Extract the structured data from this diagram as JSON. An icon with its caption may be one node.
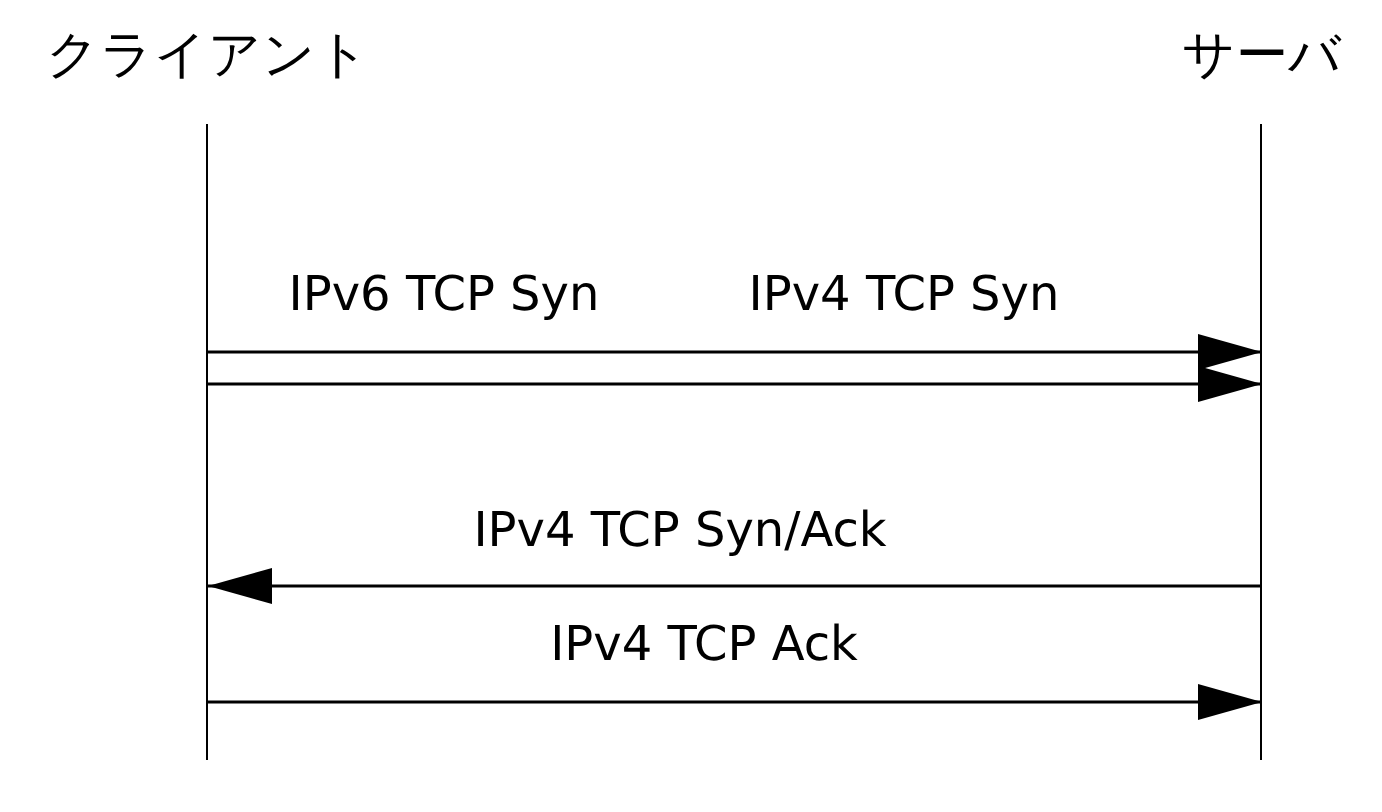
{
  "diagram": {
    "nodes": [
      {
        "text": [
          "クライアント"
        ]
      },
      {
        "text": [
          "サーバ"
        ]
      }
    ],
    "edges": [
      {
        "from": 0,
        "to": 1,
        "arrow": "to",
        "label": "IPv6 TCP Syn"
      },
      {
        "from": 0,
        "to": 1,
        "arrow": "to",
        "label": "IPv4 TCP Syn"
      },
      {
        "from": 1,
        "to": 0,
        "arrow": "to",
        "label": "IPv4 TCP Syn/Ack"
      },
      {
        "from": 0,
        "to": 1,
        "arrow": "to",
        "label": "IPv4 TCP Ack"
      }
    ]
  }
}
